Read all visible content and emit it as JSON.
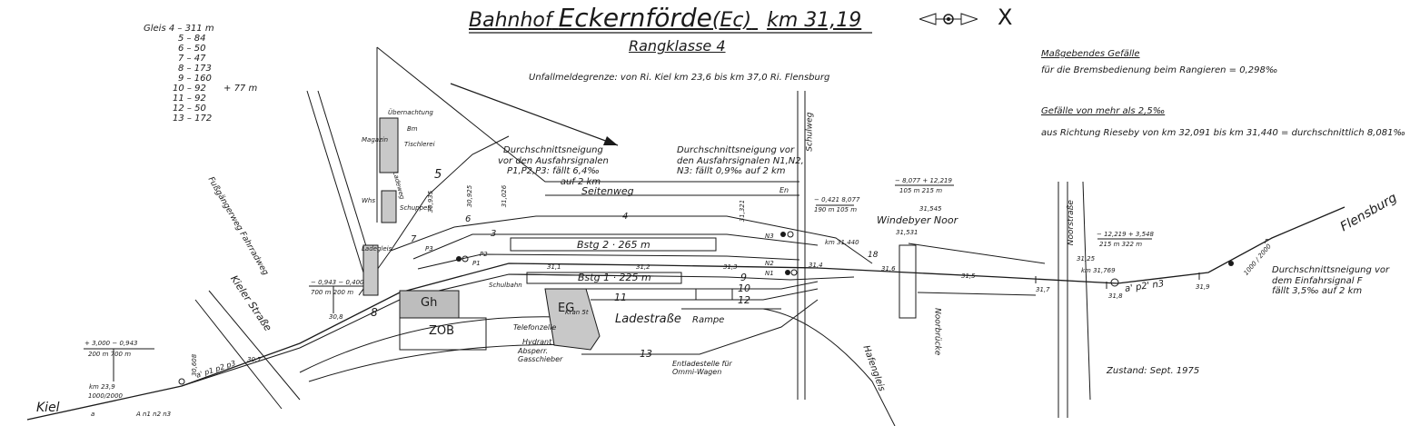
{
  "header": {
    "title_prefix": "Bahnhof",
    "station": "Eckernförde",
    "code": "(Ec)",
    "km": "km 31,19",
    "subtitle": "Rangklasse 4",
    "cross": "X"
  },
  "unfall": "Unfallmeldegrenze: von Ri. Kiel km 23,6 bis km 37,0 Ri. Flensburg",
  "gradient": {
    "heading": "Maßgebendes Gefälle",
    "brems": "für die Bremsbedienung beim Rangieren = 0,298‰",
    "more_heading": "Gefälle von mehr als 2,5‰",
    "more_text": "aus Richtung Rieseby von km 32,091 bis km 31,440 = durchschnittlich 8,081‰"
  },
  "gleis_lengths": [
    {
      "label": "Gleis 4",
      "length": "311 m"
    },
    {
      "label": "5",
      "length": "84"
    },
    {
      "label": "6",
      "length": "50"
    },
    {
      "label": "7",
      "length": "47"
    },
    {
      "label": "8",
      "length": "173"
    },
    {
      "label": "9",
      "length": "160"
    },
    {
      "label": "10",
      "length": "92"
    },
    {
      "label": "11",
      "length": "92"
    },
    {
      "label": "12",
      "length": "50"
    },
    {
      "label": "13",
      "length": "172"
    }
  ],
  "gleis_extra": "+ 77 m",
  "notes": {
    "p_signals": [
      "Durchschnittsneigung",
      "vor den Ausfahrsignalen",
      "P1,P2,P3: fällt 6,4‰",
      "auf 2 km"
    ],
    "n_signals": [
      "Durchschnittsneigung vor",
      "den Ausfahrsignalen N1,N2,",
      "N3: fällt 0,9‰ auf 2 km"
    ],
    "f_signal": [
      "Durchschnittsneigung vor",
      "dem Einfahrsignal F",
      "fällt 3,5‰ auf 2 km"
    ],
    "zustand": "Zustand: Sept. 1975"
  },
  "labels": {
    "seitenweg": "Seitenweg",
    "bstg2": "Bstg 2 · 265 m",
    "bstg1": "Bstg 1 · 225 m",
    "ladestrasse": "Ladestraße",
    "rampe": "Rampe",
    "zob": "ZOB",
    "gh": "Gh",
    "eg": "EG",
    "kiel": "Kiel",
    "flensburg": "Flensburg",
    "kieler_strasse": "Kieler Straße",
    "windebyer_noor": "Windebyer Noor",
    "hafengleis": "Hafengleis",
    "noorbruecke": "Noorbrücke",
    "noorstrasse": "Noorstraße",
    "schulweg": "Schulweg",
    "telefonzelle": "Telefonzelle",
    "hydrant": "Hydrant",
    "absperr": "Absperr. Gasschieber",
    "entladestelle": "Entladestelle für Ommi-Wagen",
    "fussgaenger": "Fußgängerweg Fahrradweg",
    "en": "En",
    "kran": "Kran 5t",
    "mmi": "Bm",
    "uebernachtung": "Übernachtung",
    "tischlerei": "Tischlerei",
    "magazin": "Magazin",
    "whs": "Whs",
    "schuppen": "Schuppen",
    "ladegleis": "Ladegleis",
    "ladeweg": "Ladeweg",
    "schulbahn": "Schulbahn"
  },
  "track_numbers": [
    "3",
    "4",
    "5",
    "6",
    "7",
    "8",
    "9",
    "10",
    "11",
    "12",
    "13",
    "18"
  ],
  "kilometers": {
    "k1": "km 23,9",
    "k2": "30,7",
    "k3": "30,8",
    "k4": "31,1",
    "k5": "31,2",
    "k6": "31,3",
    "k7": "31,4",
    "k8": "31,5",
    "k9": "31,6",
    "k10": "31,7",
    "k11": "31,8",
    "k12": "31,9",
    "k13": "km 31,440",
    "k14": "km 31,769",
    "k15": "31,545",
    "k16": "31,531",
    "k17": "31,25",
    "k18": "30,925",
    "k19": "31,026",
    "k20": "30,935",
    "k21": "30,608",
    "k22": "31,321"
  },
  "gradients": {
    "g_left": [
      "+ 3,000",
      "− 0,943",
      "200 m",
      "700 m"
    ],
    "g_mid": [
      "− 0,943",
      "− 0,400",
      "700 m",
      "200 m"
    ],
    "g_n": [
      "− 0,421",
      "8,077",
      "190 m",
      "105 m"
    ],
    "g_noor": [
      "− 8,077",
      "+ 12,219",
      "105 m",
      "215 m"
    ],
    "g_right": [
      "− 12,219",
      "+ 3,548",
      "215 m",
      "322 m"
    ]
  },
  "radii": {
    "r1": "1000/2000",
    "r2": "1000 / 2000"
  },
  "signals": {
    "pre_kiel": "a' p1 p2 p3",
    "pre_kiel2": "A n1 n2 n3",
    "f_group": "a' p2' n3",
    "p1": "P1",
    "p2": "P2",
    "p3": "P3",
    "n1": "N1",
    "n2": "N2",
    "n3": "N3",
    "f": "F",
    "a": "a"
  }
}
